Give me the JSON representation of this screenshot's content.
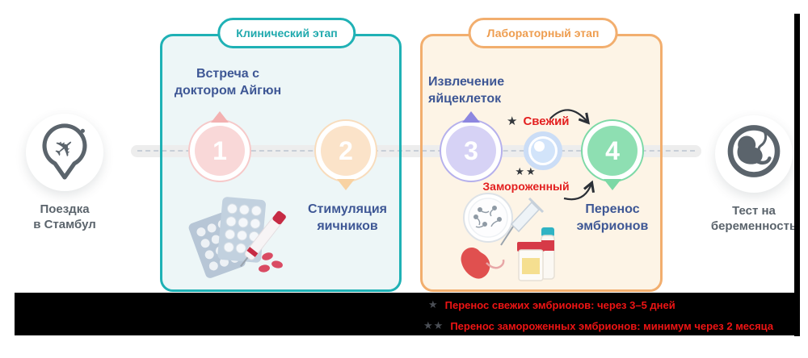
{
  "journey": {
    "start": {
      "lines": [
        "Поездка",
        "в Стамбул"
      ]
    },
    "end": {
      "lines": [
        "Тест на",
        "беременность"
      ]
    }
  },
  "stages": {
    "clinical": {
      "badge": "Клинический этап",
      "steps": [
        {
          "number": "1",
          "title": "Встреча с доктором Айгюн"
        },
        {
          "number": "2",
          "title": "Стимуляция яичников"
        }
      ]
    },
    "laboratory": {
      "badge": "Лабораторный этап",
      "steps": [
        {
          "number": "3",
          "title": "Извлечение яйцеклеток"
        },
        {
          "number": "4",
          "title": "Перенос эмбрионов"
        }
      ],
      "transfer_options": [
        {
          "stars": "★",
          "label": "Свежий"
        },
        {
          "stars": "★★",
          "label": "Замороженный"
        }
      ]
    }
  },
  "footnotes": [
    {
      "stars": "★",
      "text": "Перенос свежих эмбрионов: через 3–5 дней"
    },
    {
      "stars": "★★",
      "text": "Перенос замороженных эмбрионов: минимум через 2 месяца"
    }
  ],
  "colors": {
    "teal": "#1fb1b5",
    "orange_border": "#f2ae6e",
    "orange_text": "#ee9d4f",
    "title_blue": "#3e5795",
    "icon_gray": "#5b646c",
    "annotation_red": "#e31f1f",
    "step1_fill": "#f9d8d8",
    "step2_fill": "#fbe3c9",
    "step3_fill": "#d6d2f5",
    "step4_fill": "#8edfb2"
  }
}
